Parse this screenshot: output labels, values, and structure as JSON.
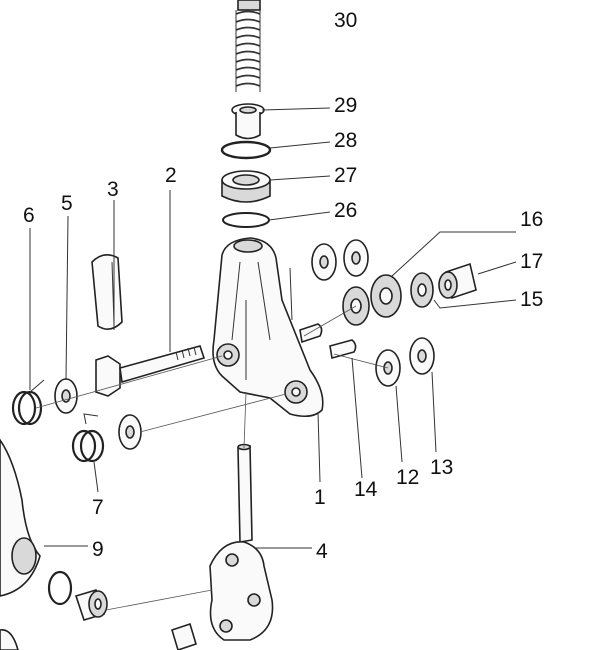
{
  "diagram": {
    "callouts": [
      {
        "id": "c30",
        "text": "30"
      },
      {
        "id": "c29",
        "text": "29"
      },
      {
        "id": "c28",
        "text": "28"
      },
      {
        "id": "c27",
        "text": "27"
      },
      {
        "id": "c26",
        "text": "26"
      },
      {
        "id": "c16",
        "text": "16"
      },
      {
        "id": "c17",
        "text": "17"
      },
      {
        "id": "c15",
        "text": "15"
      },
      {
        "id": "c3",
        "text": "3"
      },
      {
        "id": "c2",
        "text": "2"
      },
      {
        "id": "c6",
        "text": "6"
      },
      {
        "id": "c5",
        "text": "5"
      },
      {
        "id": "c1",
        "text": "1"
      },
      {
        "id": "c14",
        "text": "14"
      },
      {
        "id": "c12",
        "text": "12"
      },
      {
        "id": "c13",
        "text": "13"
      },
      {
        "id": "c7",
        "text": "7"
      },
      {
        "id": "c9",
        "text": "9"
      },
      {
        "id": "c4",
        "text": "4"
      }
    ],
    "colors": {
      "line": "#222222",
      "fill": "#fafafa",
      "shade": "#d9d9d9"
    }
  }
}
